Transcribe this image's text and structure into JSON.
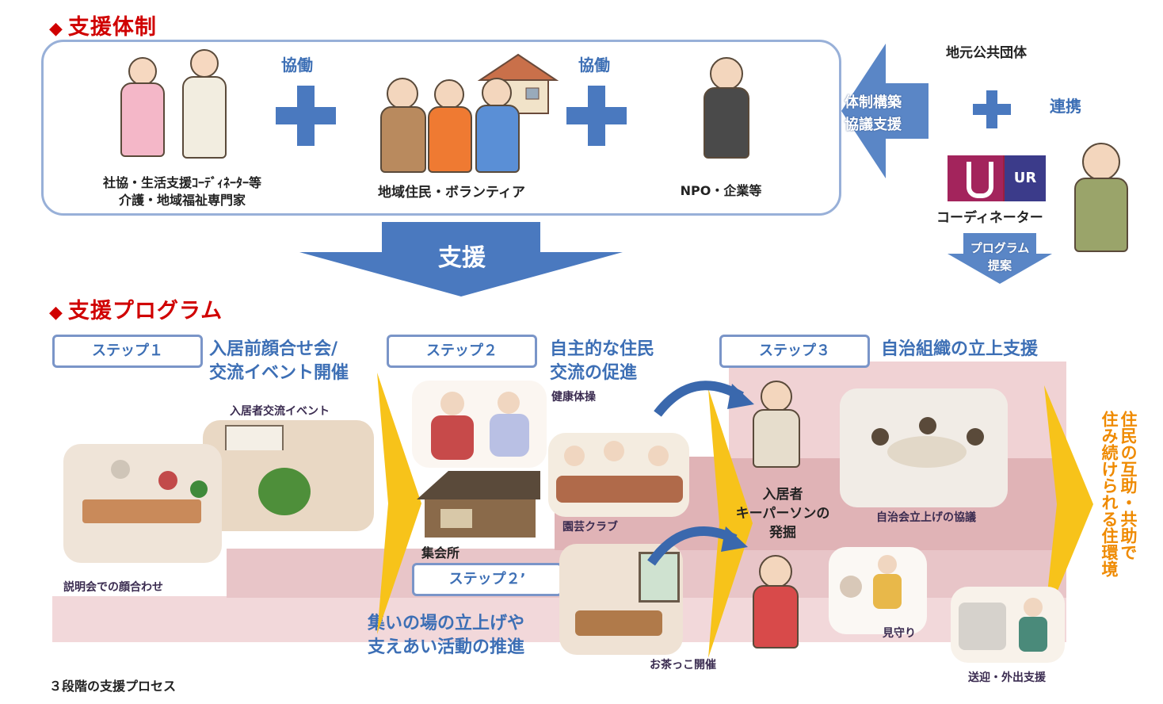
{
  "section1": {
    "title": "支援体制",
    "marker": "◆"
  },
  "section2": {
    "title": "支援プログラム",
    "marker": "◆"
  },
  "collab": {
    "left": "協働",
    "right": "協働"
  },
  "groups": {
    "g1_line1": "社協・生活支援ｺｰﾃﾞｨﾈｰﾀｰ等",
    "g1_line2": "介護・地域福祉専門家",
    "g2": "地域住民・ボランティア",
    "g3": "NPO・企業等"
  },
  "right_panel": {
    "local_gov": "地元公共団体",
    "renkei": "連携",
    "arrow_line1": "体制構築",
    "arrow_line2": "協議支援",
    "ur_logo": "UR",
    "coordinator": "コーディネーター",
    "program_line1": "プログラム",
    "program_line2": "提案"
  },
  "support_arrow": "支援",
  "steps": {
    "s1": {
      "label": "ステップ１",
      "head1": "入居前顔合せ会/",
      "head2": "交流イベント開催"
    },
    "s2": {
      "label": "ステップ２",
      "head1": "自主的な住民",
      "head2": "交流の促進"
    },
    "s3": {
      "label": "ステップ３",
      "head1": "自治組織の立上支援"
    },
    "s2b": {
      "label": "ステップ２’",
      "head1": "集いの場の立上げや",
      "head2": "支えあい活動の推進"
    }
  },
  "captions": {
    "event": "入居者交流イベント",
    "meeting": "説明会での顔合わせ",
    "exercise": "健康体操",
    "hall": "集会所",
    "garden": "園芸クラブ",
    "keyperson1": "入居者",
    "keyperson2": "キーパーソンの",
    "keyperson3": "発掘",
    "council": "自治会立上げの協議",
    "tea": "お茶っこ開催",
    "watch": "見守り",
    "transport": "送迎・外出支援"
  },
  "final_text": {
    "line1": "住民の互助・共助で",
    "line2": "住み続けられる住環境"
  },
  "footer": "３段階の支援プロセス",
  "colors": {
    "red": "#d00000",
    "blue": "#4a79bf",
    "orange": "#f4a000",
    "yellow": "#f7c31a",
    "pink": "#d7a7ab"
  }
}
